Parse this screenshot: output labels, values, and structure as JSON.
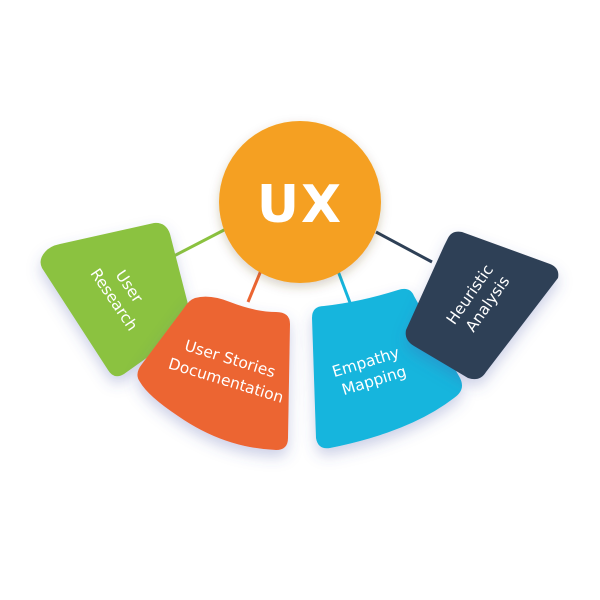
{
  "hub": {
    "label": "UX",
    "color": "#F5A021"
  },
  "nodes": [
    {
      "id": "user-research",
      "lines": [
        "User",
        "Research"
      ],
      "color": "#8BC23F",
      "connector_color": "#8BC23F"
    },
    {
      "id": "user-stories-documentation",
      "lines": [
        "User Stories",
        "Documentation"
      ],
      "color": "#EC6532",
      "connector_color": "#EC6532"
    },
    {
      "id": "empathy-mapping",
      "lines": [
        "Empathy",
        "Mapping"
      ],
      "color": "#14B5DD",
      "connector_color": "#14B5DD"
    },
    {
      "id": "heuristic-analysis",
      "lines": [
        "Heuristic",
        "Analysis"
      ],
      "color": "#2E4056",
      "connector_color": "#2E4056"
    }
  ]
}
